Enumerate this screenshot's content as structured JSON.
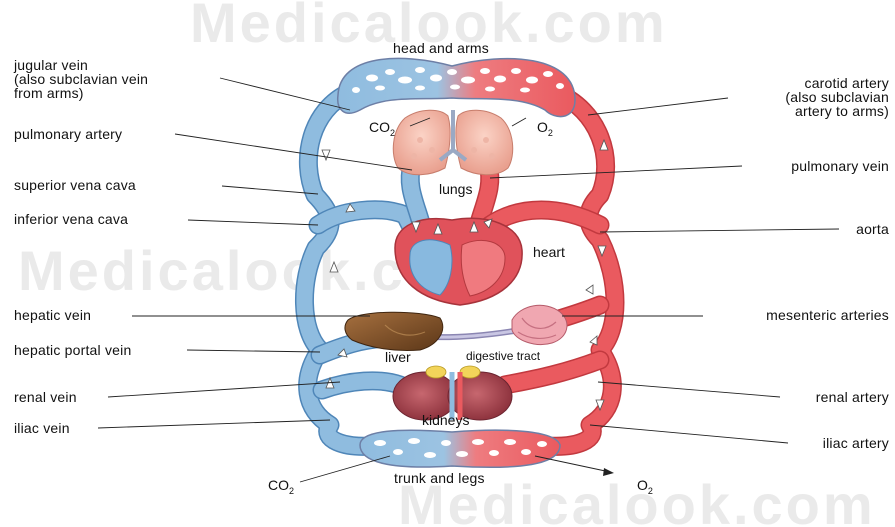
{
  "watermark": "Medicalook.com",
  "top_label": "head and arms",
  "bottom_label": "trunk and legs",
  "left_labels": {
    "jugular_line1": "jugular vein",
    "jugular_line2": "(also subclavian vein",
    "jugular_line3": "from arms)",
    "pulmonary_artery": "pulmonary artery",
    "superior_vena_cava": "superior vena cava",
    "inferior_vena_cava": "inferior vena cava",
    "hepatic_vein": "hepatic vein",
    "hepatic_portal_vein": "hepatic portal vein",
    "renal_vein": "renal vein",
    "iliac_vein": "iliac vein"
  },
  "right_labels": {
    "carotid_line1": "carotid artery",
    "carotid_line2": "(also subclavian",
    "carotid_line3": "artery to arms)",
    "pulmonary_vein": "pulmonary vein",
    "aorta": "aorta",
    "mesenteric_arteries": "mesenteric arteries",
    "renal_artery": "renal artery",
    "iliac_artery": "iliac artery"
  },
  "organ_labels": {
    "lungs": "lungs",
    "heart": "heart",
    "liver": "liver",
    "digestive_tract": "digestive tract",
    "kidneys": "kidneys"
  },
  "gases": {
    "co2_base": "CO",
    "o2_base": "O",
    "sub": "2"
  },
  "colors": {
    "deoxygenated": "#8fbcdf",
    "oxygenated": "#ea5a5f"
  }
}
